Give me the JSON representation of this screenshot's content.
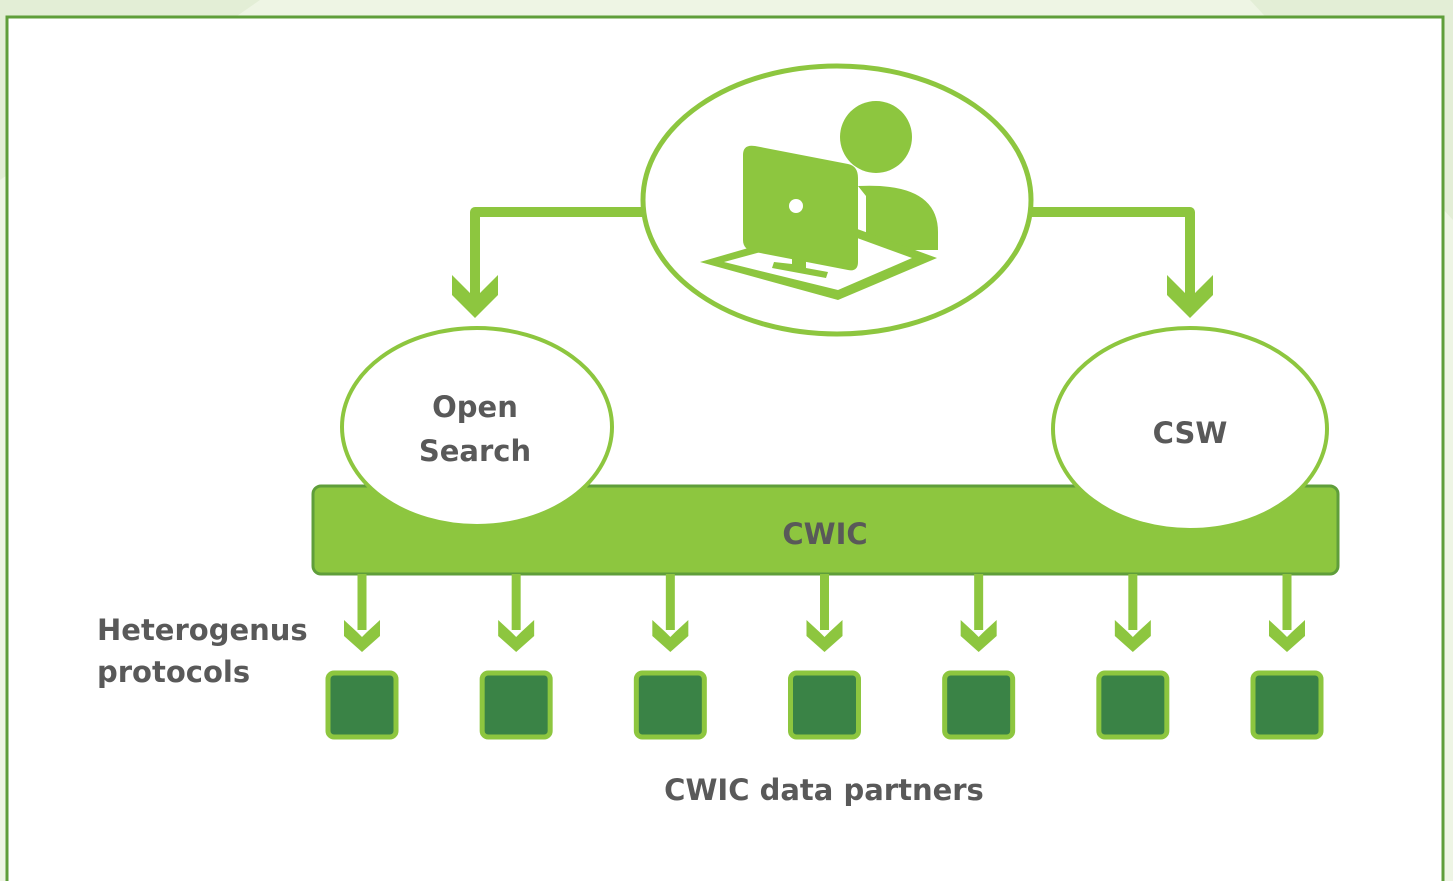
{
  "colors": {
    "background": "#eef5e4",
    "panel": "#ffffff",
    "panel_border": "#5f9e3a",
    "accent_green": "#8dc63f",
    "dark_green": "#3a8346",
    "label_gray": "#595959"
  },
  "user_node": {
    "icon": "user-at-computer-icon"
  },
  "open_search": {
    "line1": "Open",
    "line2": "Search"
  },
  "csw": {
    "label": "CSW"
  },
  "cwic_bar": {
    "label": "CWIC"
  },
  "protocols_label": {
    "line1": "Heterogenus",
    "line2": "protocols"
  },
  "partners": {
    "count": 7,
    "caption": "CWIC data partners"
  }
}
